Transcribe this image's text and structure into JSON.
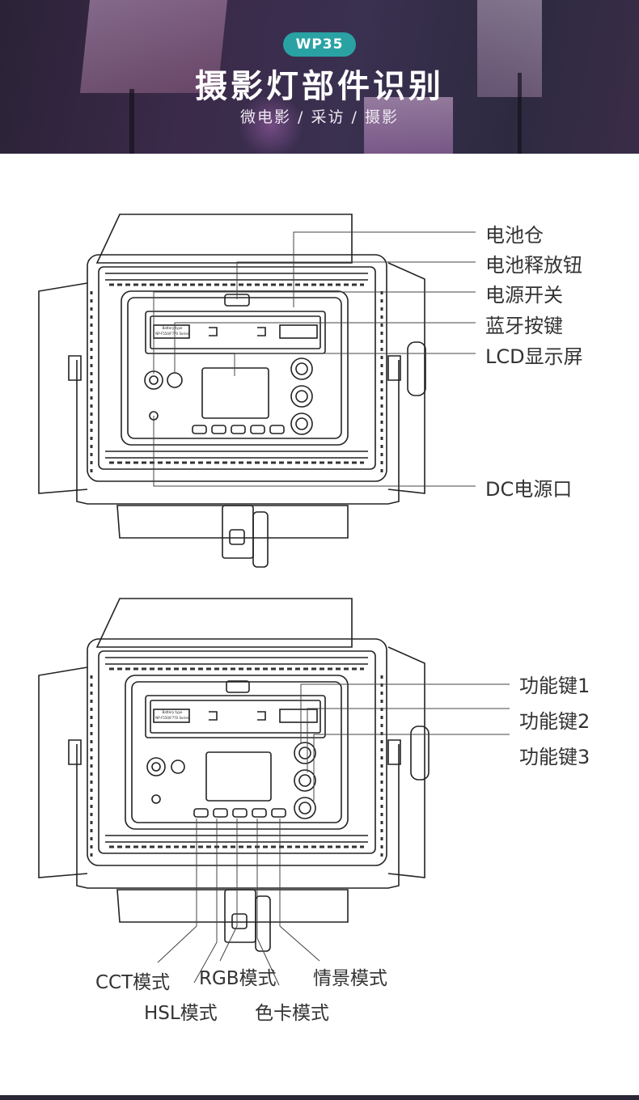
{
  "header": {
    "badge": "WP35",
    "title": "摄影灯部件识别",
    "subtitle": "微电影 / 采访 / 摄影"
  },
  "diagram1": {
    "labels": [
      "电池仓",
      "电池释放钮",
      "电源开关",
      "蓝牙按键",
      "LCD显示屏",
      "DC电源口"
    ]
  },
  "diagram2": {
    "right_labels": [
      "功能键1",
      "功能键2",
      "功能键3"
    ],
    "bottom_labels": [
      "CCT模式",
      "RGB模式",
      "情景模式",
      "HSL模式",
      "色卡模式"
    ]
  },
  "battery_label": [
    "Battery type",
    "NP-F550/F770 Series"
  ],
  "colors": {
    "accent": "#2aa2a4",
    "banner": "#3b2a4a",
    "line": "#333333"
  }
}
